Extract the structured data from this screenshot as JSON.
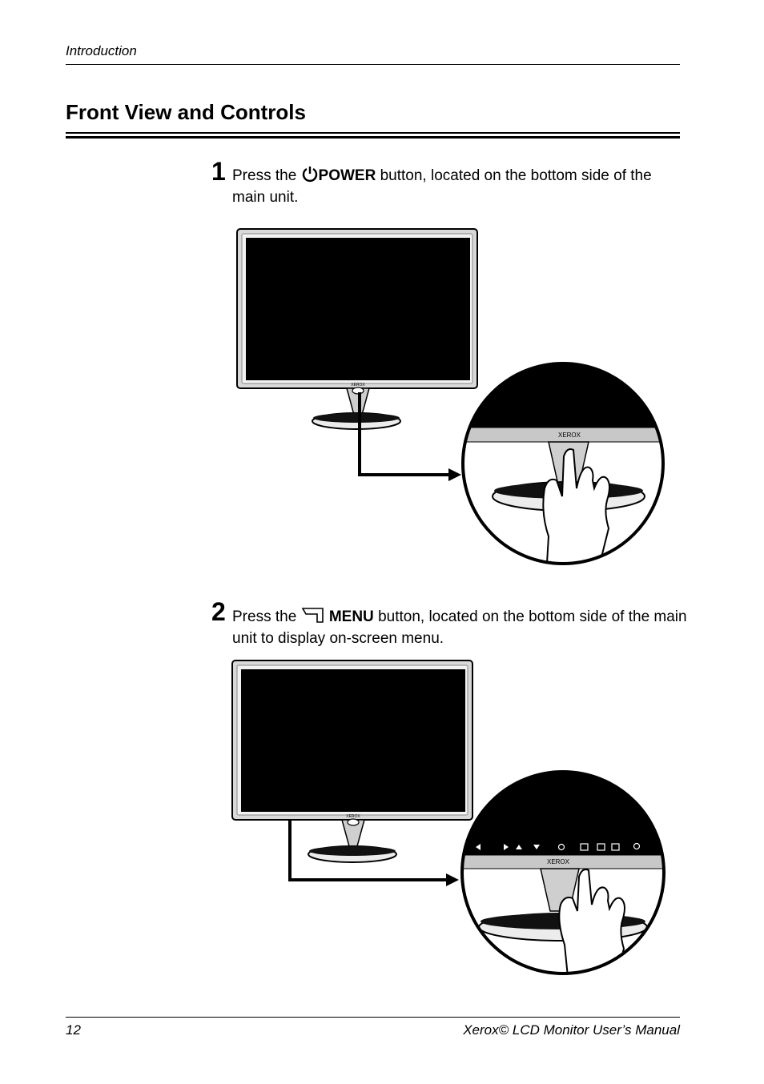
{
  "header": {
    "section": "Introduction"
  },
  "page_title": "Front View and Controls",
  "steps": [
    {
      "number": "1",
      "text_before": "Press the",
      "icon": "power-icon",
      "button_label": "POWER",
      "text_after": "button, located on the bottom side of the main unit.",
      "illustration": {
        "logo": "XEROX",
        "zoom_logo": "XEROX"
      }
    },
    {
      "number": "2",
      "text_before": "Press the",
      "icon": "menu-icon",
      "button_label": "MENU",
      "text_after": "button, located on the bottom side of the main unit to display on-screen menu.",
      "illustration": {
        "logo": "XEROX",
        "zoom_logo": "XEROX"
      }
    }
  ],
  "footer": {
    "page_number": "12",
    "manual_title": "Xerox© LCD Monitor User’s Manual"
  }
}
